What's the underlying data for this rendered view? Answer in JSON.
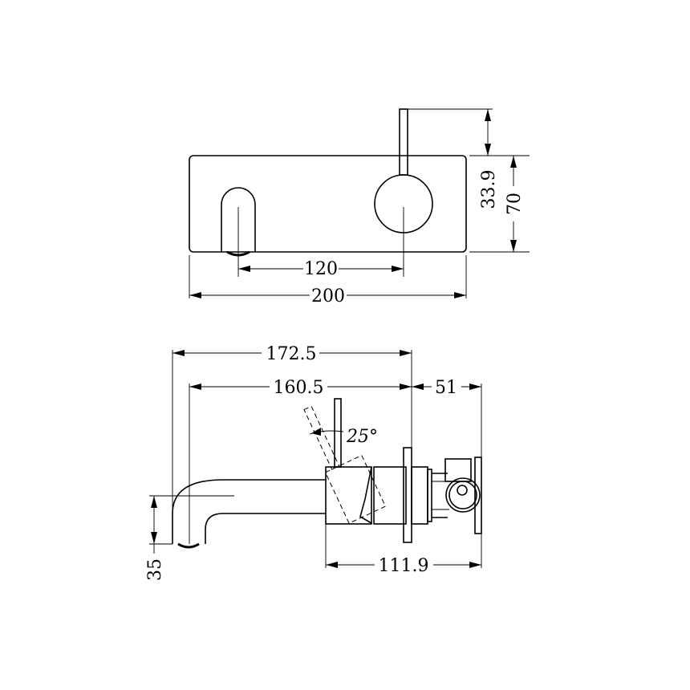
{
  "drawing": {
    "type": "technical dimension drawing",
    "views": {
      "front": {
        "dimensions": {
          "overall_width": "200",
          "spout_to_handle": "120",
          "lever_height": "33.9",
          "plate_height": "70"
        }
      },
      "side": {
        "dimensions": {
          "total_projection": "172.5",
          "spout_reach": "160.5",
          "body_depth": "51",
          "spout_height": "35",
          "mixer_depth": "111.9",
          "lever_angle": "25°"
        }
      }
    },
    "colors": {
      "line": "#000000",
      "background": "#ffffff"
    }
  }
}
